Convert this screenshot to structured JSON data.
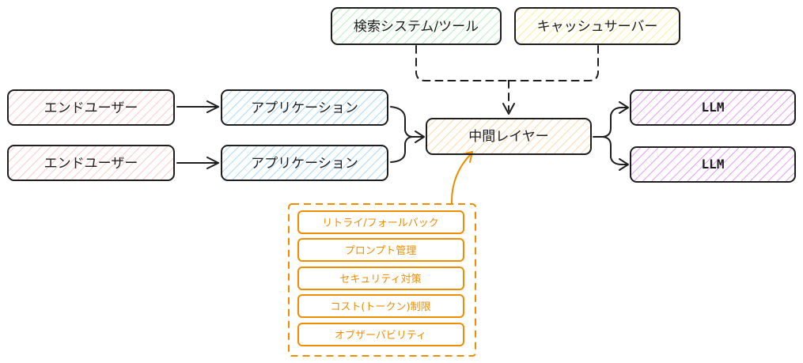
{
  "nodes": {
    "search_tool": "検索システム/ツール",
    "cache_server": "キャッシュサーバー",
    "end_user_1": "エンドユーザー",
    "end_user_2": "エンドユーザー",
    "application_1": "アプリケーション",
    "application_2": "アプリケーション",
    "middle_layer": "中間レイヤー",
    "llm_1": "LLM",
    "llm_2": "LLM"
  },
  "features": [
    "リトライ/フォールバック",
    "プロンプト管理",
    "セキュリティ対策",
    "コスト(トークン)制限",
    "オブザーバビリティ"
  ],
  "colors": {
    "stroke": "#1e1e1e",
    "green": "#b2f2bb",
    "yellow": "#ffec99",
    "red": "#ffc9c9",
    "blue": "#a5d8ff",
    "orange_fill": "#ffd8a8",
    "purple": "#e599f7",
    "feature_orange": "#f08c00"
  }
}
